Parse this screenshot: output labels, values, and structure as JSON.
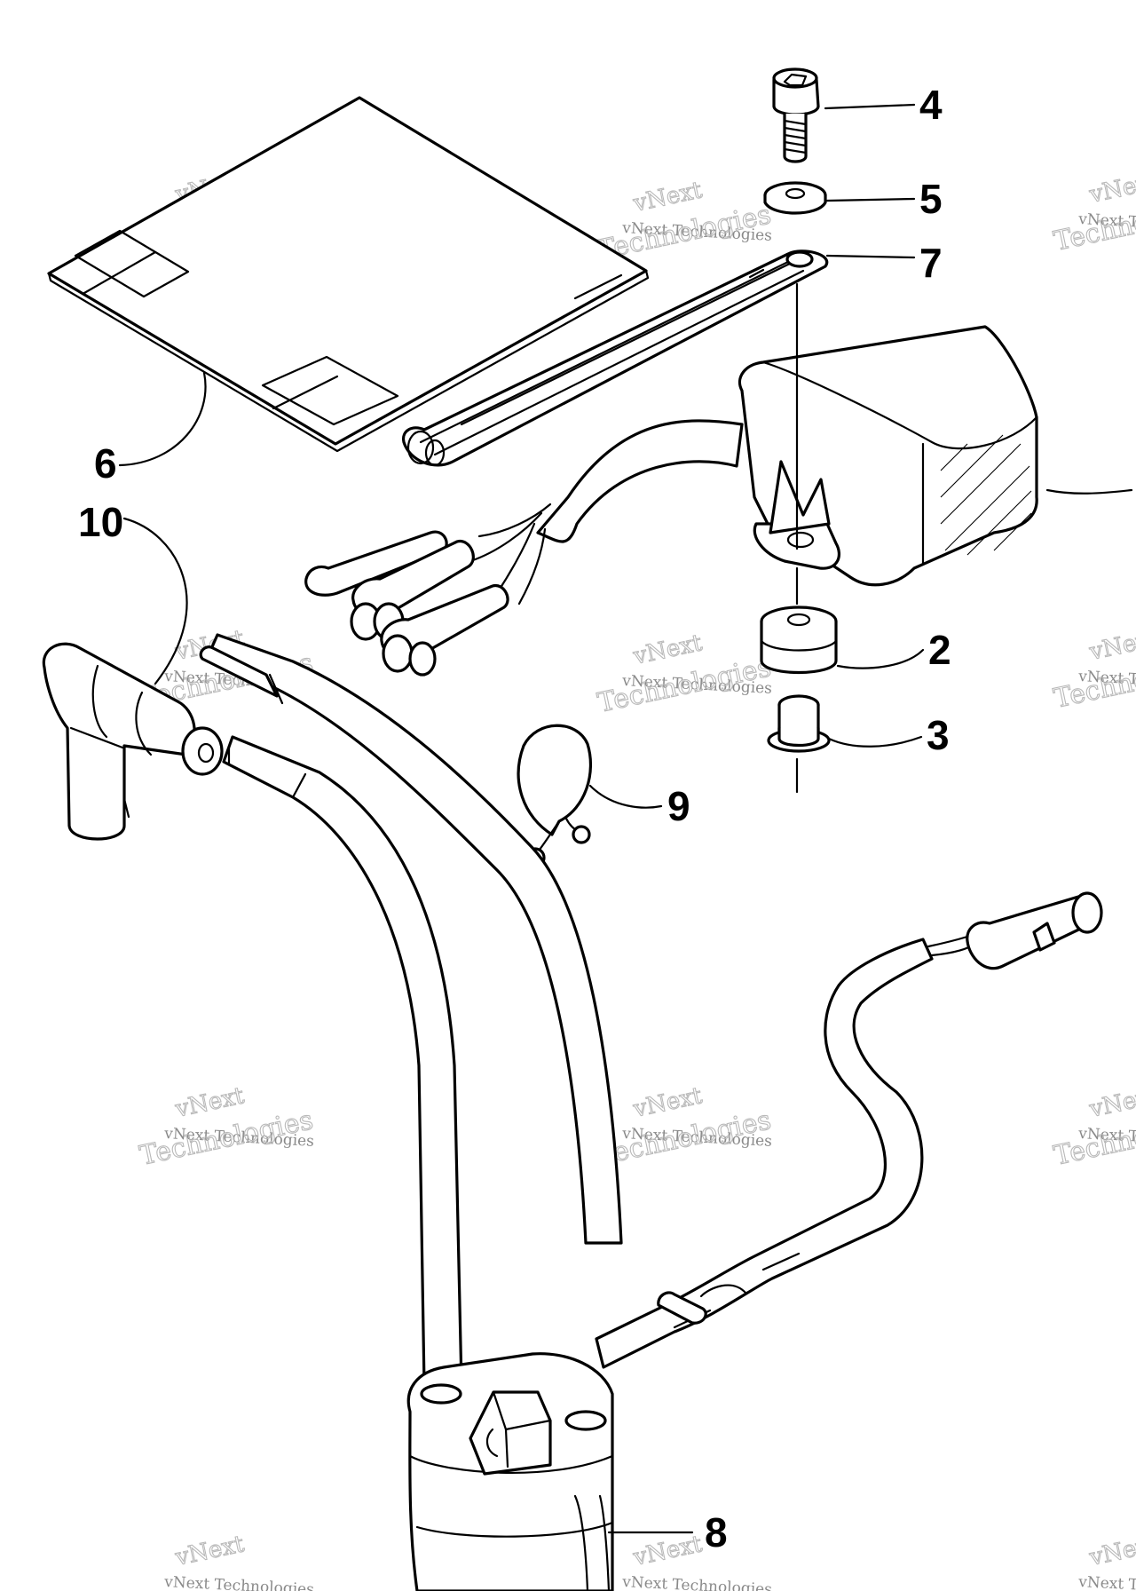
{
  "diagram": {
    "callouts": [
      "2",
      "3",
      "4",
      "5",
      "6",
      "7",
      "8",
      "9",
      "10"
    ],
    "watermark": {
      "line1": "vNext",
      "line2": "vNext Technologies",
      "line3": "Technologies"
    }
  }
}
